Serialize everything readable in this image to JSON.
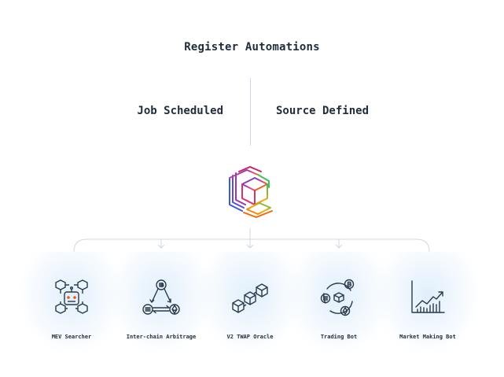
{
  "title": "Register Automations",
  "branches": {
    "left": "Job Scheduled",
    "right": "Source Defined"
  },
  "use_cases": [
    {
      "label": "MEV Searcher",
      "icon": "robot-network-icon"
    },
    {
      "label": "Inter-chain Arbitrage",
      "icon": "crypto-cycle-icon"
    },
    {
      "label": "V2 TWAP Oracle",
      "icon": "cube-chain-icon"
    },
    {
      "label": "Trading Bot",
      "icon": "crypto-orbit-icon"
    },
    {
      "label": "Market Making Bot",
      "icon": "chart-growth-icon"
    }
  ],
  "colors": {
    "text": "#1f2d3d",
    "line": "#cfd8e3",
    "icon_stroke": "#2b3a4a",
    "logo_gradient": [
      "#3b5bdb",
      "#9c36b5",
      "#e64980",
      "#f76707",
      "#fab005",
      "#40c057"
    ]
  }
}
